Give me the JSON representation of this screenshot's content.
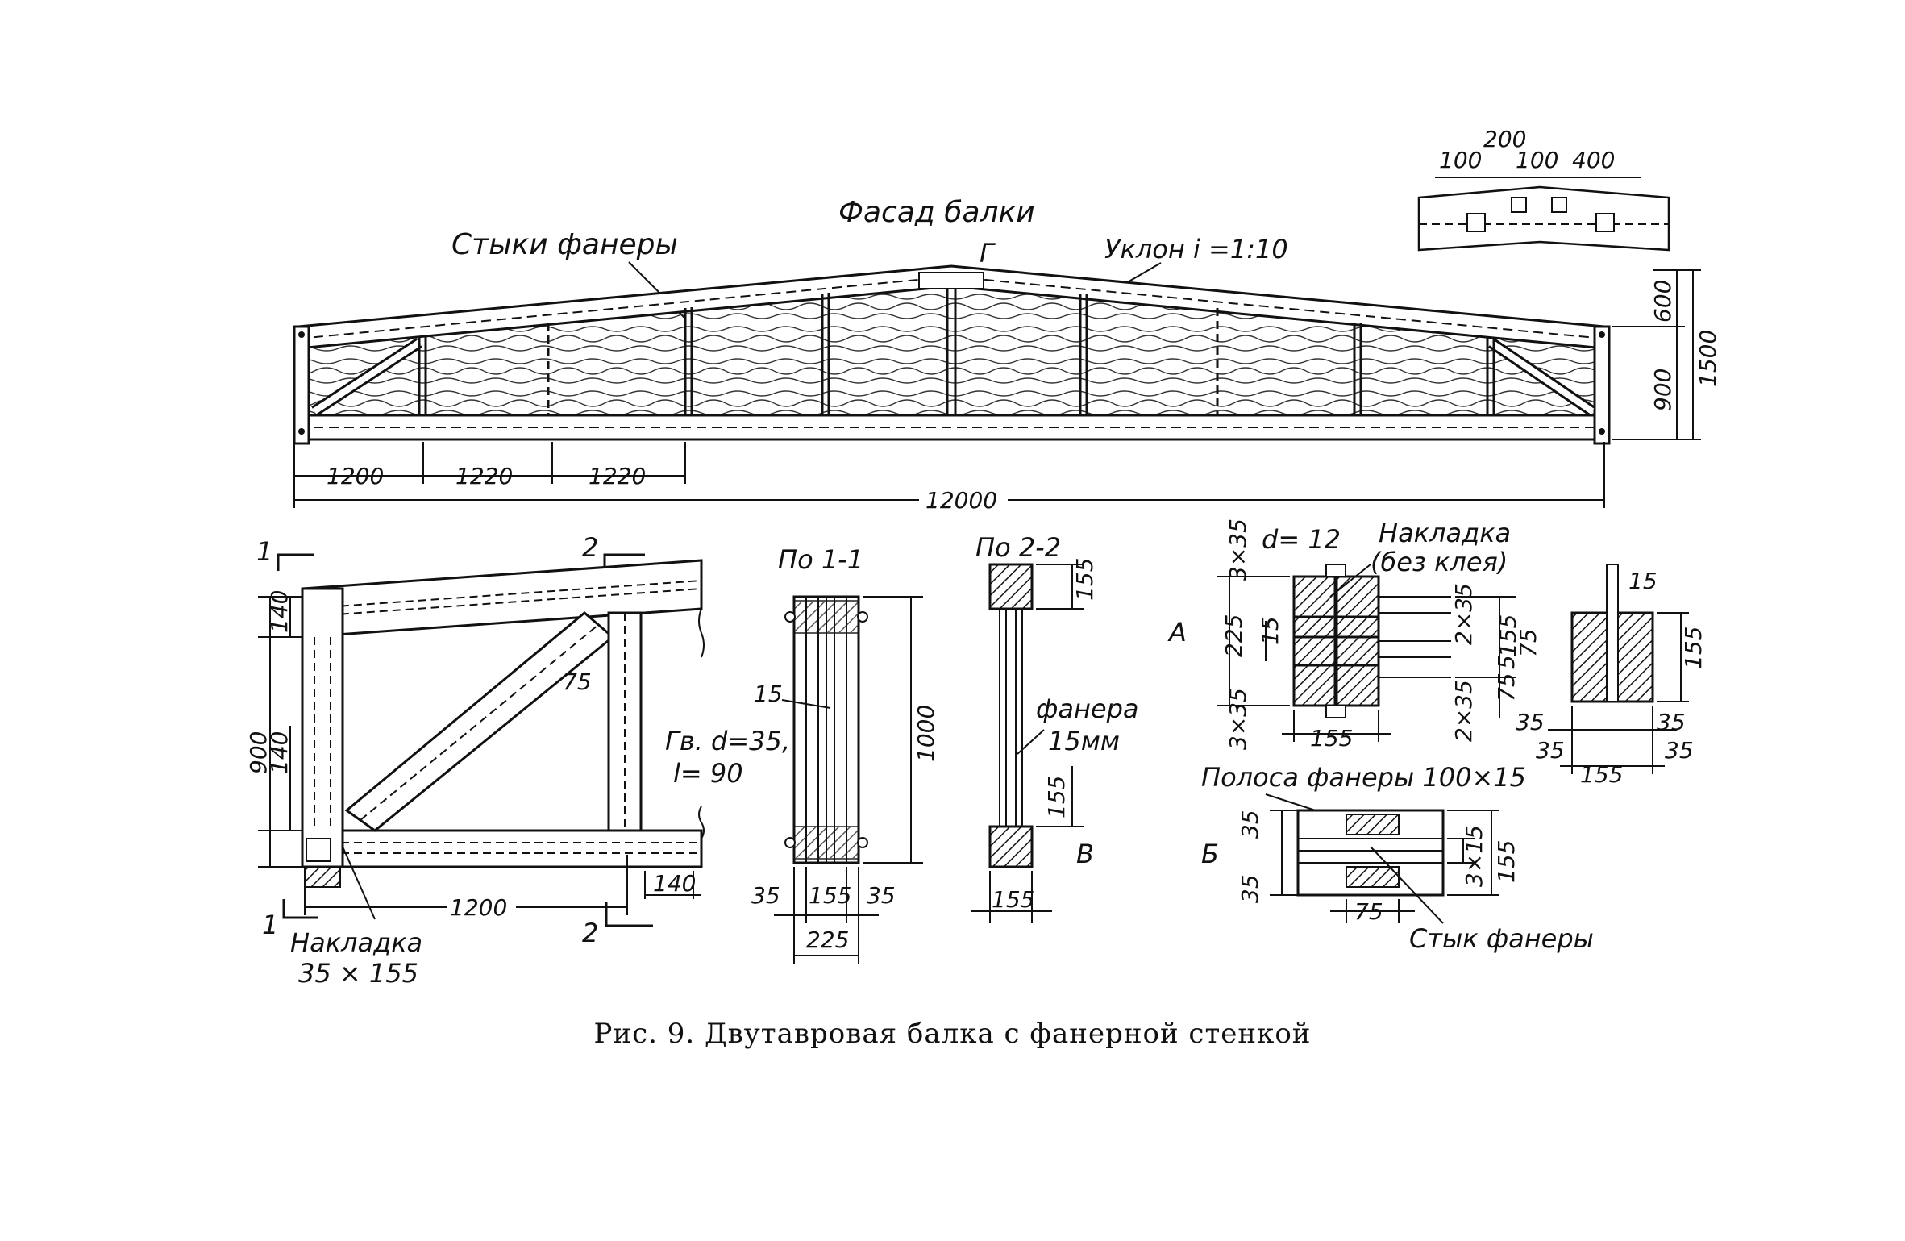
{
  "caption": "Рис. 9. Двутавровая балка с фанерной стенкой",
  "facade": {
    "title": "Фасад балки",
    "plywood_joints": "Стыки фанеры",
    "slope": "Уклон i =1:10",
    "node_g": "Г",
    "dim_600": "600",
    "dim_900": "900",
    "dim_1500": "1500",
    "dim_1200": "1200",
    "dim_1220a": "1220",
    "dim_1220b": "1220",
    "dim_12000": "12000",
    "node_detail": {
      "d100a": "100",
      "d200": "200",
      "d100b": "100",
      "d400": "400"
    }
  },
  "end_detail": {
    "sec1": "1",
    "sec1b": "1",
    "sec2": "2",
    "sec2b": "2",
    "d140a": "140",
    "d900": "900",
    "d140b": "140",
    "d75": "75",
    "nail_l1": "Гв. d=35,",
    "nail_l2": "l= 90",
    "d1200": "1200",
    "d140c": "140",
    "pad_l1": "Накладка",
    "pad_l2": "35 × 155"
  },
  "section_1_1": {
    "title": "По 1-1",
    "d15": "15",
    "d1000": "1000",
    "d35a": "35",
    "d155": "155",
    "d35b": "35",
    "d225": "225"
  },
  "section_2_2": {
    "title": "По 2-2",
    "d155a": "155",
    "d155b": "155",
    "plywood_l1": "фанера",
    "plywood_l2": "15мм",
    "mark_v": "В",
    "d155c": "155"
  },
  "detail_a": {
    "mark": "А",
    "d3x35a": "3×35",
    "d_bolt": "d= 12",
    "pad_l1": "Накладка",
    "pad_l2": "(без клея)",
    "d225": "225",
    "d15": "15",
    "d3x35b": "3×35",
    "d155w": "155",
    "d2x35a": "2×35",
    "d155r": "155",
    "d75a": "75",
    "d5": "5",
    "d75b": "75",
    "d2x35b": "2×35",
    "d15top": "15",
    "d155side": "155",
    "d35a": "35",
    "d35b": "35",
    "d35c": "35",
    "d35d": "35",
    "d155bot": "155"
  },
  "detail_b": {
    "mark": "Б",
    "strip": "Полоса фанеры 100×15",
    "d35a": "35",
    "d35b": "35",
    "d3x15": "3×15",
    "d155": "155",
    "d75": "75",
    "joint": "Стык фанеры"
  }
}
